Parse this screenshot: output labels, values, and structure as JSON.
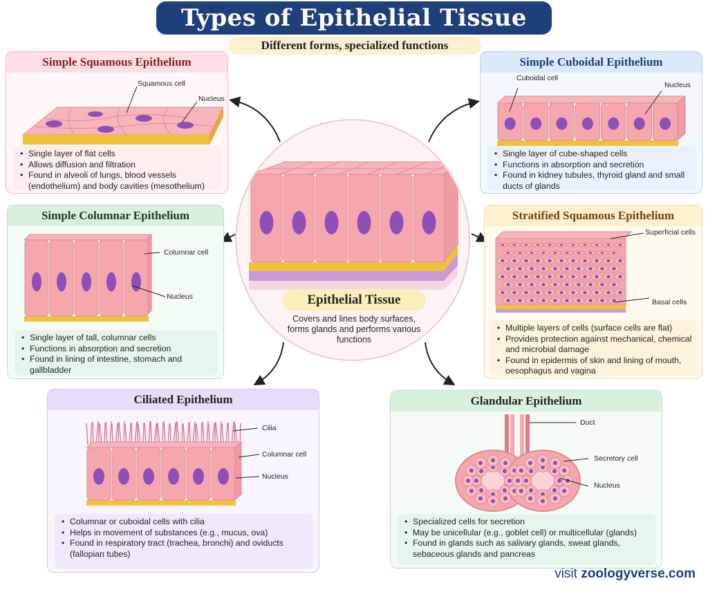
{
  "title": "Types of Epithelial Tissue",
  "subtitle": "Different forms, specialized functions",
  "center": {
    "label": "Epithelial Tissue",
    "description": "Covers and lines body surfaces, forms glands and performs various functions"
  },
  "panels": {
    "simple_squamous": {
      "title": "Simple Squamous Epithelium",
      "labels": [
        "Squamous cell",
        "Nucleus"
      ],
      "bullets": [
        "Single layer of flat cells",
        "Allows diffusion and filtration",
        "Found in alveoli of lungs, blood vessels (endothelium) and body cavities (mesothelium)"
      ]
    },
    "simple_cuboidal": {
      "title": "Simple Cuboidal Epithelium",
      "labels": [
        "Cuboidal cell",
        "Nucleus"
      ],
      "bullets": [
        "Single layer of cube-shaped cells",
        "Functions in absorption and secretion",
        "Found in kidney tubules, thyroid gland and small ducts of glands"
      ]
    },
    "simple_columnar": {
      "title": "Simple Columnar Epithelium",
      "labels": [
        "Columnar cell",
        "Nucleus"
      ],
      "bullets": [
        "Single layer of tall, columnar cells",
        "Functions in absorption and secretion",
        "Found in lining of intestine, stomach and gallbladder"
      ]
    },
    "stratified_squamous": {
      "title": "Stratified Squamous Epithelium",
      "labels": [
        "Superficial cells",
        "Basal cells"
      ],
      "bullets": [
        "Multiple layers of cells (surface cells are flat)",
        "Provides protection against mechanical, chemical and microbial damage",
        "Found in epidermis of skin and lining of mouth, oesophagus and vagina"
      ]
    },
    "ciliated": {
      "title": "Ciliated Epithelium",
      "labels": [
        "Cilia",
        "Columnar cell",
        "Nucleus"
      ],
      "bullets": [
        "Columnar or cuboidal cells with cilia",
        "Helps in movement of substances (e.g., mucus, ova)",
        "Found in respiratory tract (trachea, bronchi) and oviducts (fallopian tubes)"
      ]
    },
    "glandular": {
      "title": "Glandular Epithelium",
      "labels": [
        "Duct",
        "Secretory cell",
        "Nucleus"
      ],
      "bullets": [
        "Specialized cells for secretion",
        "May be unicellular (e.g., goblet cell) or multicellular (glands)",
        "Found in glands such as salivary glands, sweat glands, sebaceous glands and pancreas"
      ]
    }
  },
  "footer": {
    "prefix": "visit",
    "site": "zoologyverse.com"
  },
  "colors": {
    "title_bg": "#1d3f7a",
    "cell_fill": "#f6a7ad",
    "nucleus": "#8e4fb8",
    "basement": "#f0c23a"
  }
}
